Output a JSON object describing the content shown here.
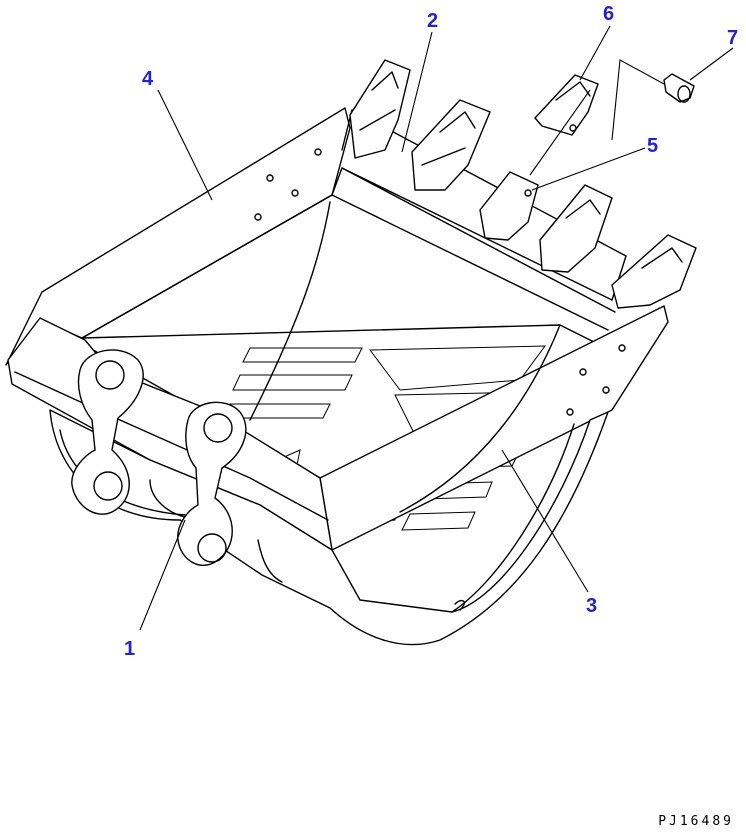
{
  "callouts": [
    {
      "id": "1",
      "label": "1"
    },
    {
      "id": "2",
      "label": "2"
    },
    {
      "id": "3",
      "label": "3"
    },
    {
      "id": "4",
      "label": "4"
    },
    {
      "id": "5",
      "label": "5"
    },
    {
      "id": "6",
      "label": "6"
    },
    {
      "id": "7",
      "label": "7"
    }
  ],
  "drawing_code": "PJ16489",
  "colors": {
    "callout": "#2323c8",
    "line": "#000000",
    "background": "#ffffff"
  }
}
